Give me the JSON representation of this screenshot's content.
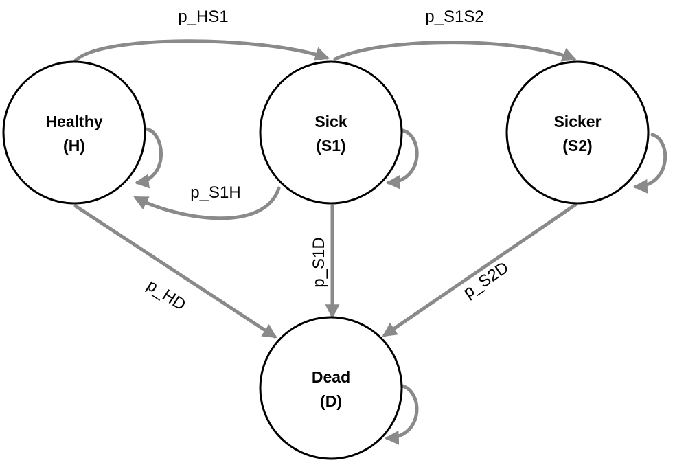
{
  "colors": {
    "edge": "#8a8a8a",
    "node_stroke": "#000000",
    "node_fill": "#ffffff"
  },
  "nodes": {
    "healthy": {
      "line1": "Healthy",
      "line2": "(H)"
    },
    "sick": {
      "line1": "Sick",
      "line2": "(S1)"
    },
    "sicker": {
      "line1": "Sicker",
      "line2": "(S2)"
    },
    "dead": {
      "line1": "Dead",
      "line2": "(D)"
    }
  },
  "edges": {
    "hs1": "p_HS1",
    "s1s2": "p_S1S2",
    "s1h": "p_S1H",
    "hd": "p_HD",
    "s1d": "p_S1D",
    "s2d": "p_S2D"
  }
}
